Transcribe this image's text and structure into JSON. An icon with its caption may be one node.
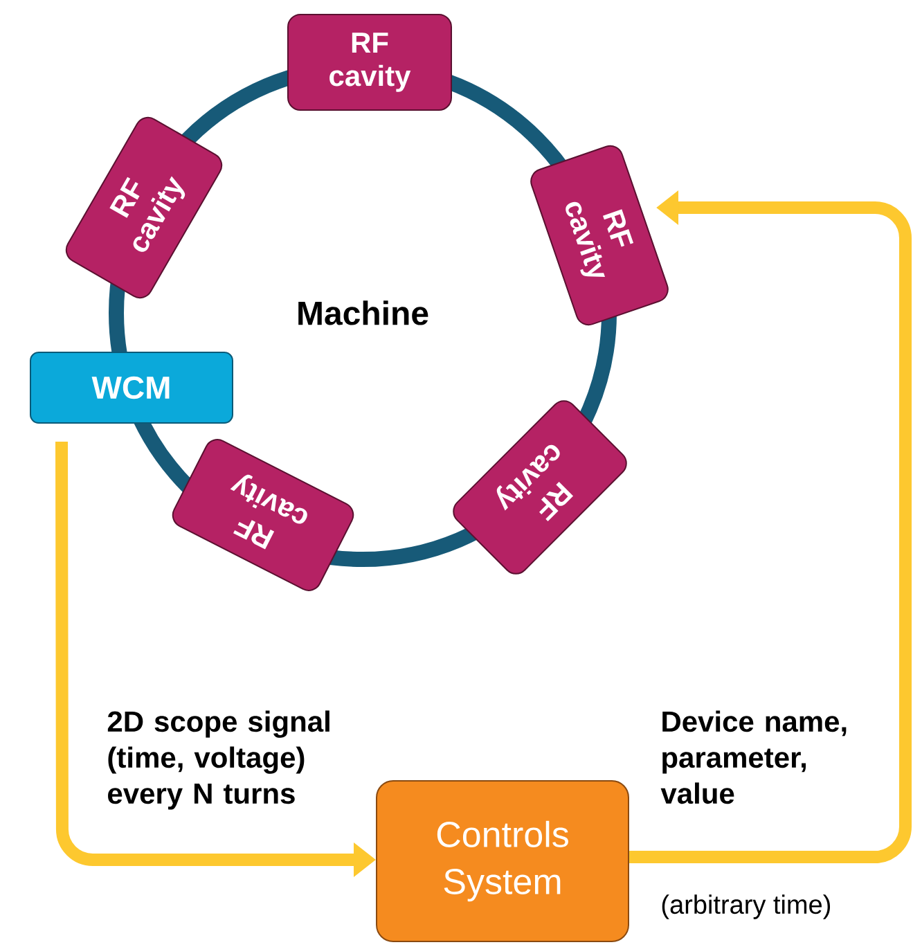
{
  "diagram": {
    "nodes": [
      {
        "text": [
          "Machine"
        ]
      },
      {
        "text": [
          "RF cavity"
        ]
      },
      {
        "text": [
          "RF cavity"
        ]
      },
      {
        "text": [
          "RF cavity"
        ]
      },
      {
        "text": [
          "WCM"
        ]
      },
      {
        "text": [
          "RF cavity"
        ]
      },
      {
        "text": [
          "RF cavity"
        ]
      },
      {
        "text": [
          "Controls System"
        ]
      }
    ],
    "edges": [
      {
        "from": 4,
        "to": 7,
        "arrow": "to",
        "label": "2D scope signal (time, voltage) every N turns"
      },
      {
        "from": 7,
        "to": 3,
        "arrow": "to",
        "label": "Device name, parameter, value"
      }
    ],
    "labels": [
      "(arbitrary time)"
    ]
  }
}
